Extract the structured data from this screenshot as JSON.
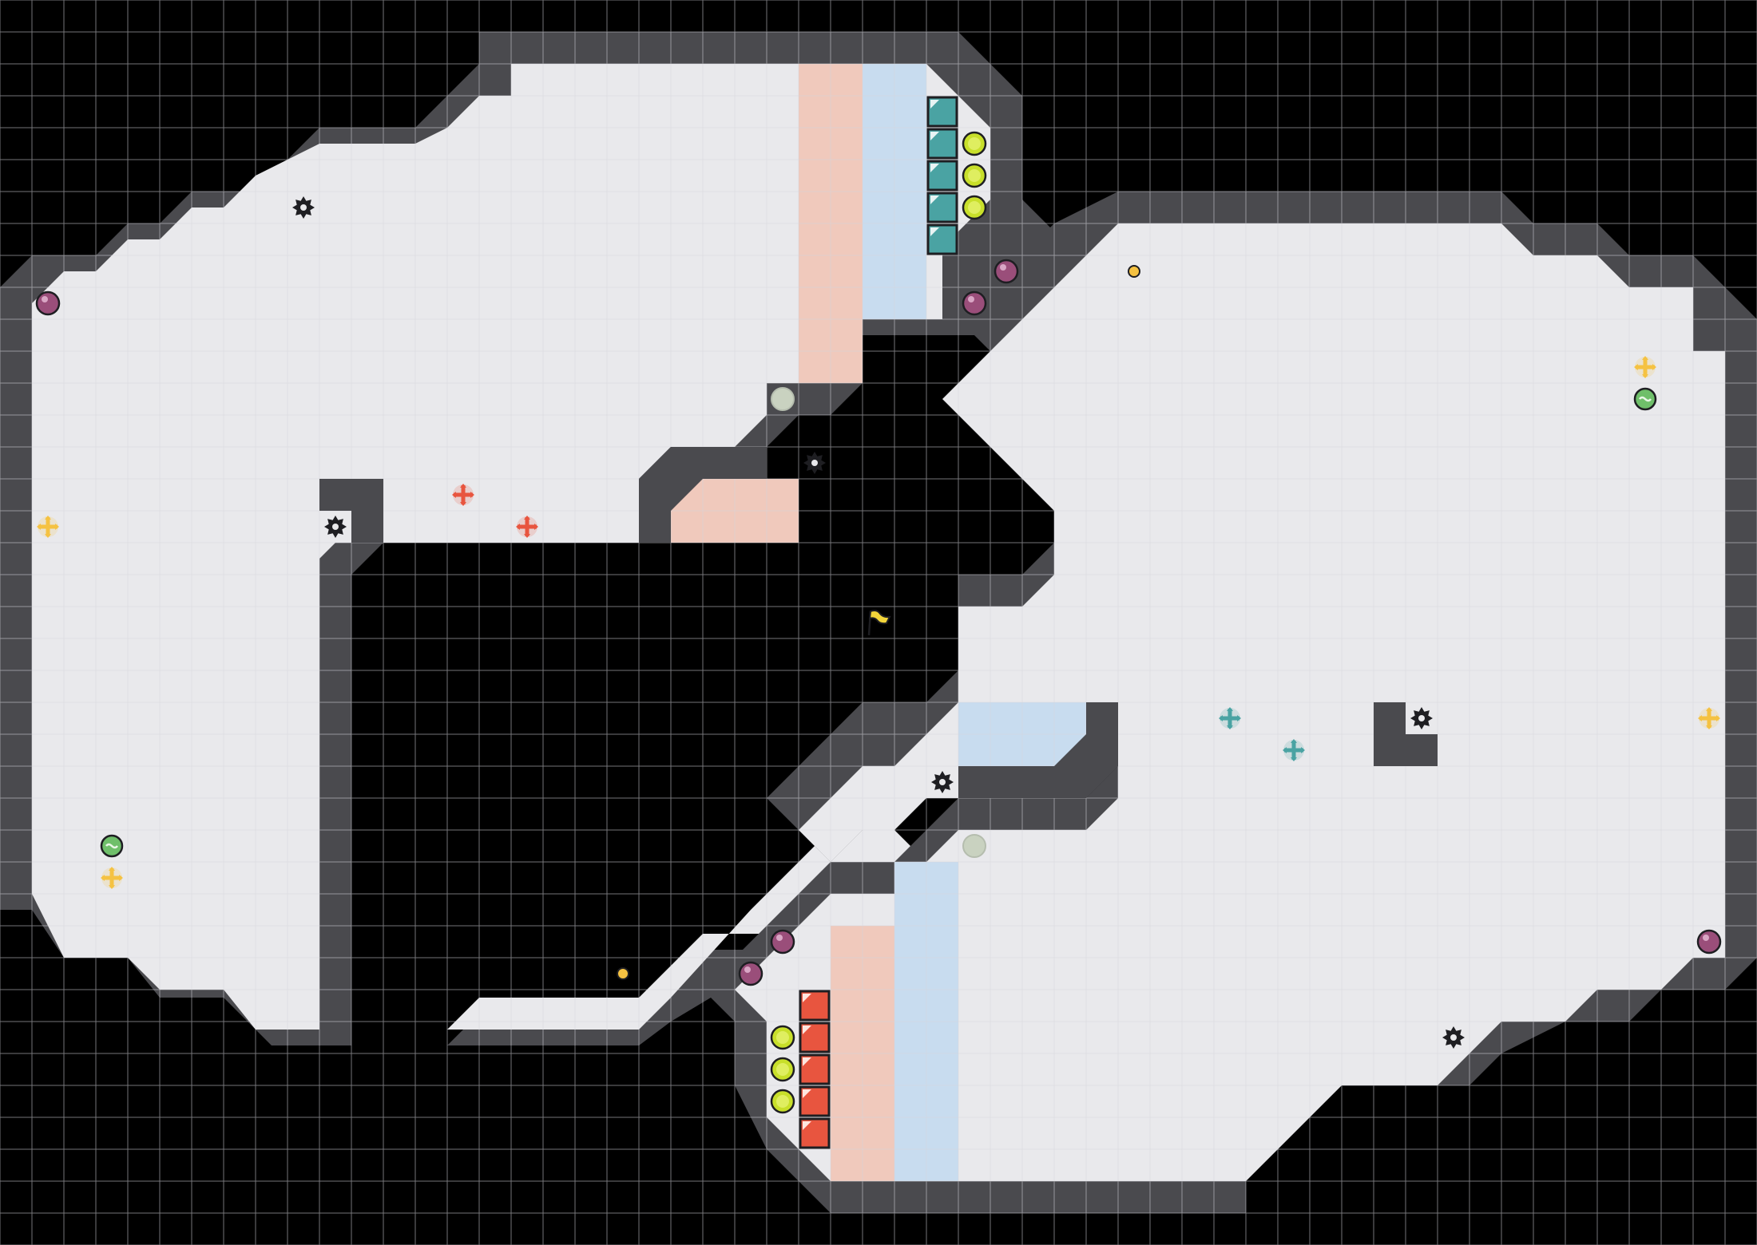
{
  "level": {
    "grid_cols": 56,
    "grid_rows": 40,
    "colors": {
      "background": "#000000",
      "floor": "#e9e9ec",
      "grid_line": "#d6d6dc",
      "wall": "#4a4a4e",
      "wall_edge": "#2c2c30",
      "red_zone": "#f0c9bc",
      "blue_zone": "#c8dcef",
      "accent_red": "#e8553f",
      "accent_teal": "#4aa3a3",
      "accent_yellow": "#f5c242",
      "orb_purple": "#9a4e7a",
      "orb_green": "#6fbf6a",
      "pad_yellow": "#c8df2a"
    },
    "objects": {
      "flag": {
        "icon": "flag-icon",
        "color": "#f2d53a",
        "col": 27.5,
        "row": 19.5
      },
      "sawblades": [
        {
          "col": 9.5,
          "row": 6.5
        },
        {
          "col": 25.5,
          "row": 14.5
        },
        {
          "col": 10.5,
          "row": 16.5
        },
        {
          "col": 29.5,
          "row": 24.5
        },
        {
          "col": 44.5,
          "row": 22.5
        },
        {
          "col": 45.5,
          "row": 32.5
        }
      ],
      "purple_orbs": [
        {
          "col": 1.5,
          "row": 9.5
        },
        {
          "col": 31.5,
          "row": 8.5
        },
        {
          "col": 30.5,
          "row": 9.5
        },
        {
          "col": 24.5,
          "row": 29.5
        },
        {
          "col": 23.5,
          "row": 30.5
        },
        {
          "col": 53.5,
          "row": 29.5
        }
      ],
      "green_orbs": [
        {
          "col": 51.5,
          "row": 12.5
        },
        {
          "col": 3.5,
          "row": 26.5
        }
      ],
      "grey_orbs": [
        {
          "col": 24.5,
          "row": 12.5
        },
        {
          "col": 30.5,
          "row": 26.5
        }
      ],
      "coins": [
        {
          "col": 35.5,
          "row": 8.5
        },
        {
          "col": 19.5,
          "row": 30.5
        }
      ],
      "yellow_pads": [
        {
          "col": 30.5,
          "row": 4.5
        },
        {
          "col": 30.5,
          "row": 5.5
        },
        {
          "col": 30.5,
          "row": 6.5
        },
        {
          "col": 24.5,
          "row": 32.5
        },
        {
          "col": 24.5,
          "row": 33.5
        },
        {
          "col": 24.5,
          "row": 34.5
        }
      ],
      "teal_blocks": [
        {
          "col": 29,
          "row": 3
        },
        {
          "col": 29,
          "row": 4
        },
        {
          "col": 29,
          "row": 5
        },
        {
          "col": 29,
          "row": 6
        },
        {
          "col": 29,
          "row": 7
        }
      ],
      "red_blocks": [
        {
          "col": 25,
          "row": 31
        },
        {
          "col": 25,
          "row": 32
        },
        {
          "col": 25,
          "row": 33
        },
        {
          "col": 25,
          "row": 34
        },
        {
          "col": 25,
          "row": 35
        }
      ],
      "spawn_crosses": [
        {
          "col": 14.5,
          "row": 15.5,
          "color": "#e8553f"
        },
        {
          "col": 16.5,
          "row": 16.5,
          "color": "#e8553f"
        },
        {
          "col": 38.5,
          "row": 22.5,
          "color": "#4aa3a3"
        },
        {
          "col": 40.5,
          "row": 23.5,
          "color": "#4aa3a3"
        },
        {
          "col": 1.5,
          "row": 16.5,
          "color": "#f5c242"
        },
        {
          "col": 51.5,
          "row": 11.5,
          "color": "#f5c242"
        },
        {
          "col": 53.5,
          "row": 22.5,
          "color": "#f5c242"
        },
        {
          "col": 3.5,
          "row": 27.5,
          "color": "#f5c242"
        }
      ]
    }
  }
}
